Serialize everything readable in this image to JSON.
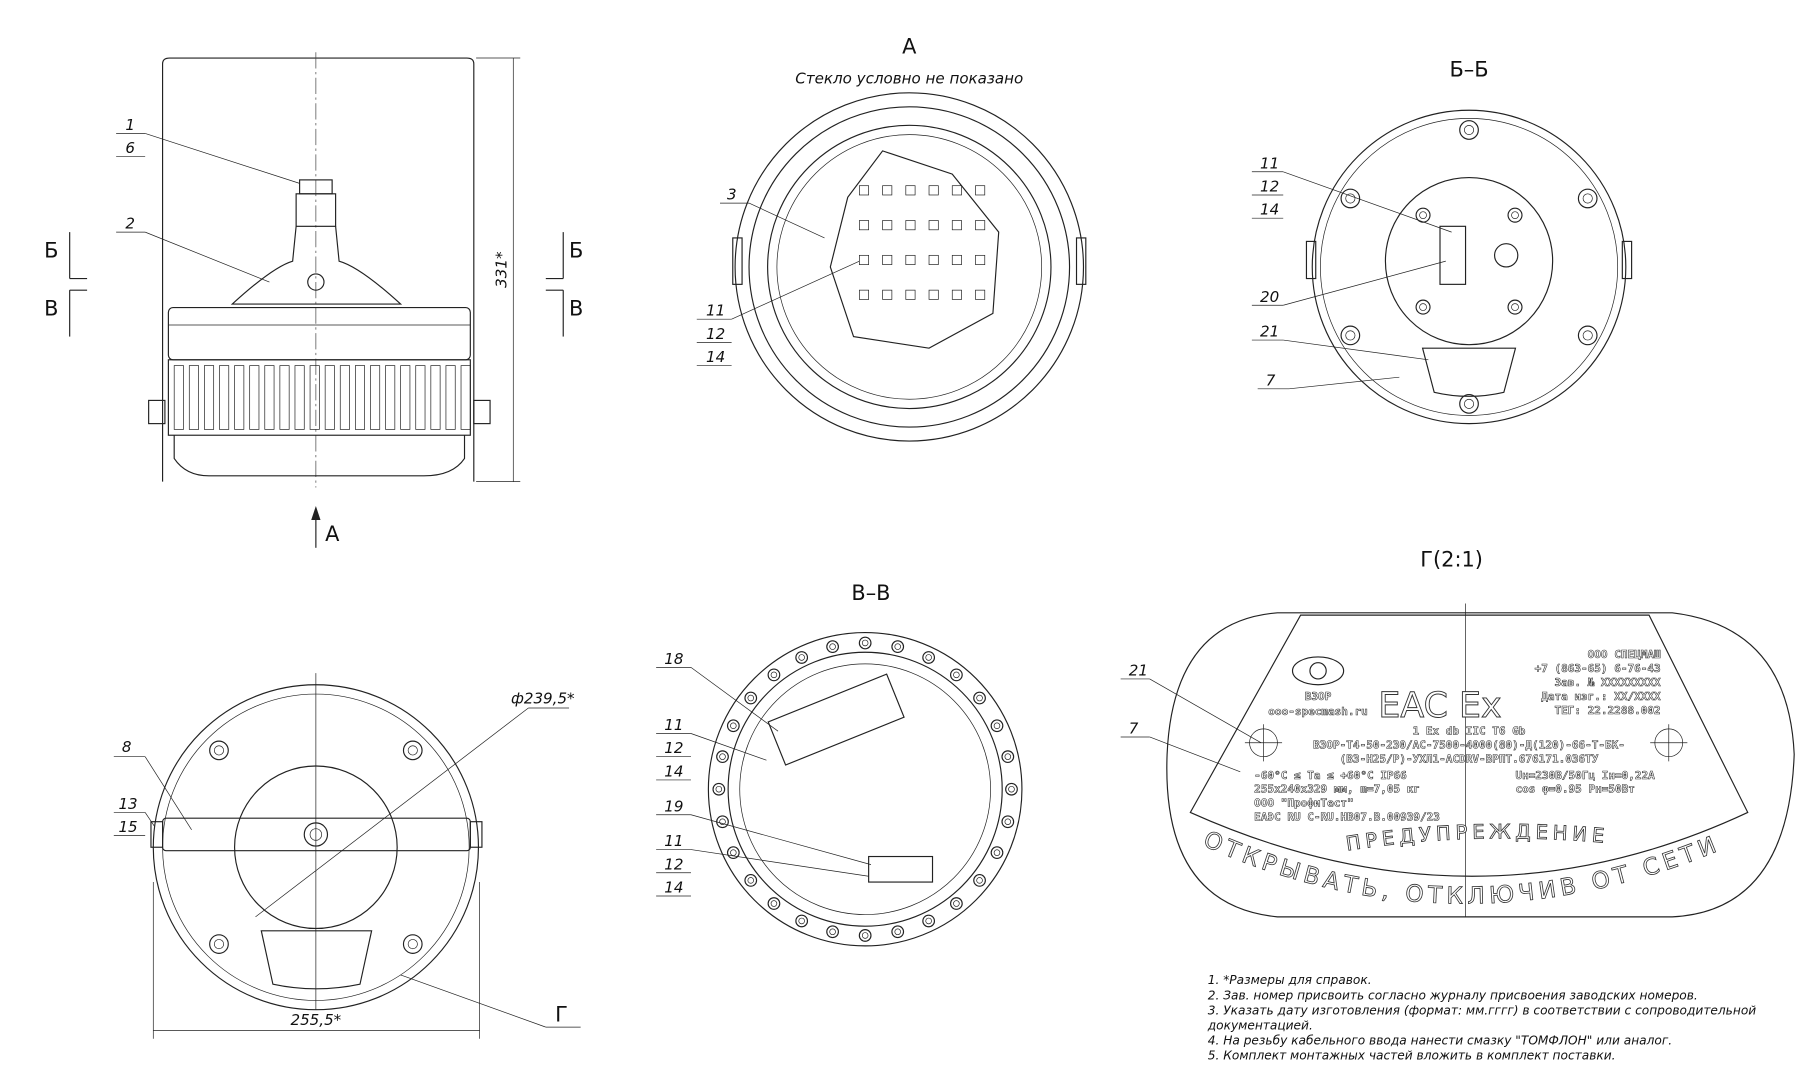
{
  "views": {
    "side": {
      "callouts": [
        "1",
        "6",
        "2"
      ],
      "section_marks": [
        "Б",
        "В",
        "Б",
        "В"
      ],
      "height_dim": "331*",
      "view_arrow": "A"
    },
    "view_a": {
      "title": "A",
      "subtitle": "Стекло условно не показано",
      "callouts": [
        "3",
        "11",
        "12",
        "14"
      ]
    },
    "section_bb": {
      "title": "Б–Б",
      "callouts": [
        "11",
        "12",
        "14",
        "20",
        "21",
        "7"
      ]
    },
    "bottom": {
      "callouts": [
        "8",
        "13",
        "15"
      ],
      "diameter_dim": "ф239,5*",
      "width_dim": "255,5*",
      "detail_mark": "Г"
    },
    "section_vv": {
      "title": "В–В",
      "callouts": [
        "18",
        "11",
        "12",
        "14",
        "19",
        "11",
        "12",
        "14"
      ]
    },
    "detail_g": {
      "title": "Г(2:1)",
      "callouts": [
        "21",
        "7"
      ],
      "nameplate": {
        "logo_text": "ВЗОР",
        "website": "ooo-specmash.ru",
        "cert_mark": "EAC Ex",
        "company": "ООО СПЕЦМАШ",
        "phone": "+7 (863-65) 6-76-43",
        "serial": "Зав. № XXXXXXXXX",
        "date": "Дата изг.: XX/XXXX",
        "teg": "ТЕГ: 22.2288.002",
        "ex_marking": "1 Ex db IIC T6 Gb",
        "model_line1": "ВЗОР-Т4-50-230/АС-7500-4000(80)-Д(120)-66-Т-БК-",
        "model_line2": "(ВЗ-Н25/Р)-УХЛ1-ACDRV-ВРПТ.676171.036ТУ",
        "temp": "-60°С ≤ Ta ≤ +60°С  IP66",
        "dims": "255x240x329 мм, m=7,05 кг",
        "lab": "ООО \"ПрофиТест\"",
        "cert": "ЕАЭС RU C-RU.НВ07.В.00939/23",
        "electrical1": "Uн=230В/50Гц  Iн=0,22А",
        "electrical2": "cos φ=0.95  Pн=50Вт",
        "warning_top": "ПРЕДУПРЕЖДЕНИЕ-",
        "warning_bottom": "ОТКРЫВАТЬ, ОТКЛЮЧИВ ОТ СЕТИ"
      }
    }
  },
  "notes": [
    "1.  *Размеры для справок.",
    "2.  Зав. номер присвоить согласно журналу присвоения заводских номеров.",
    "3.  Указать дату изготовления (формат: мм.гггг) в соответствии с сопроводительной",
    "документацией.",
    "4.  На резьбу кабельного ввода нанести смазку \"ТОМФЛОН\" или аналог.",
    "5.  Комплект монтажных частей вложить в комплект поставки."
  ]
}
